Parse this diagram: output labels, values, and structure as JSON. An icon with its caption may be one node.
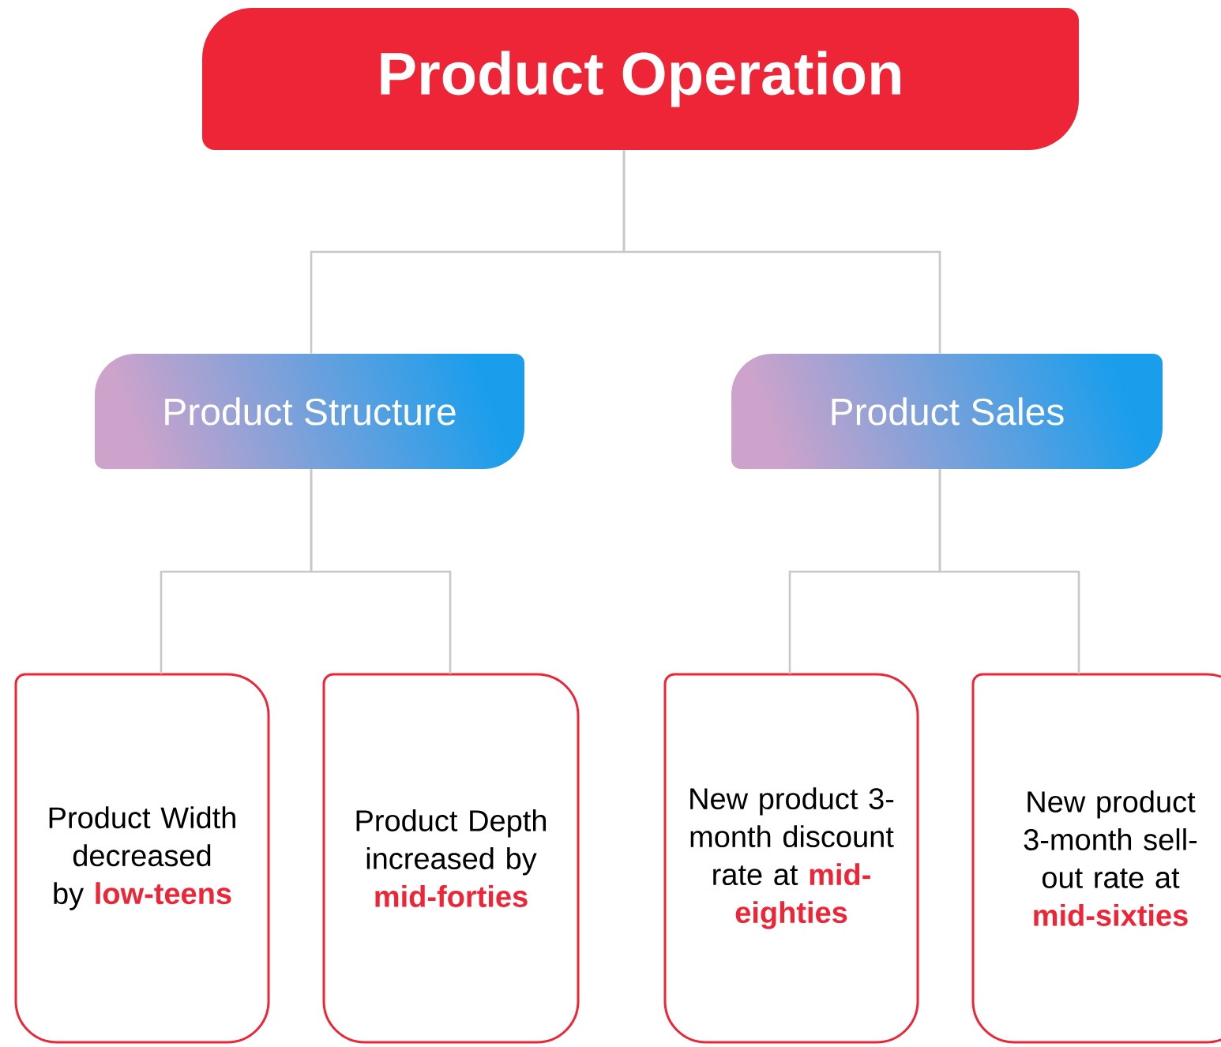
{
  "diagram": {
    "nodes": [
      {
        "text": [
          "Product Operation"
        ]
      },
      {
        "text": [
          "Product Structure"
        ]
      },
      {
        "text": [
          "Product Sales"
        ]
      },
      {
        "text": [
          "Product Width decreased by **low-teens**"
        ]
      },
      {
        "text": [
          "Product Depth increased by **mid-forties**"
        ]
      },
      {
        "text": [
          "New product 3-month discount rate at **mid-eighties**"
        ]
      },
      {
        "text": [
          "New product 3-month sell-out rate at **mid-sixties**"
        ]
      }
    ],
    "edges": [
      {
        "from": 0,
        "to": 1,
        "arrow": "none"
      },
      {
        "from": 0,
        "to": 2,
        "arrow": "none"
      },
      {
        "from": 1,
        "to": 3,
        "arrow": "none"
      },
      {
        "from": 1,
        "to": 4,
        "arrow": "none"
      },
      {
        "from": 2,
        "to": 5,
        "arrow": "none"
      },
      {
        "from": 2,
        "to": 6,
        "arrow": "none"
      }
    ]
  }
}
